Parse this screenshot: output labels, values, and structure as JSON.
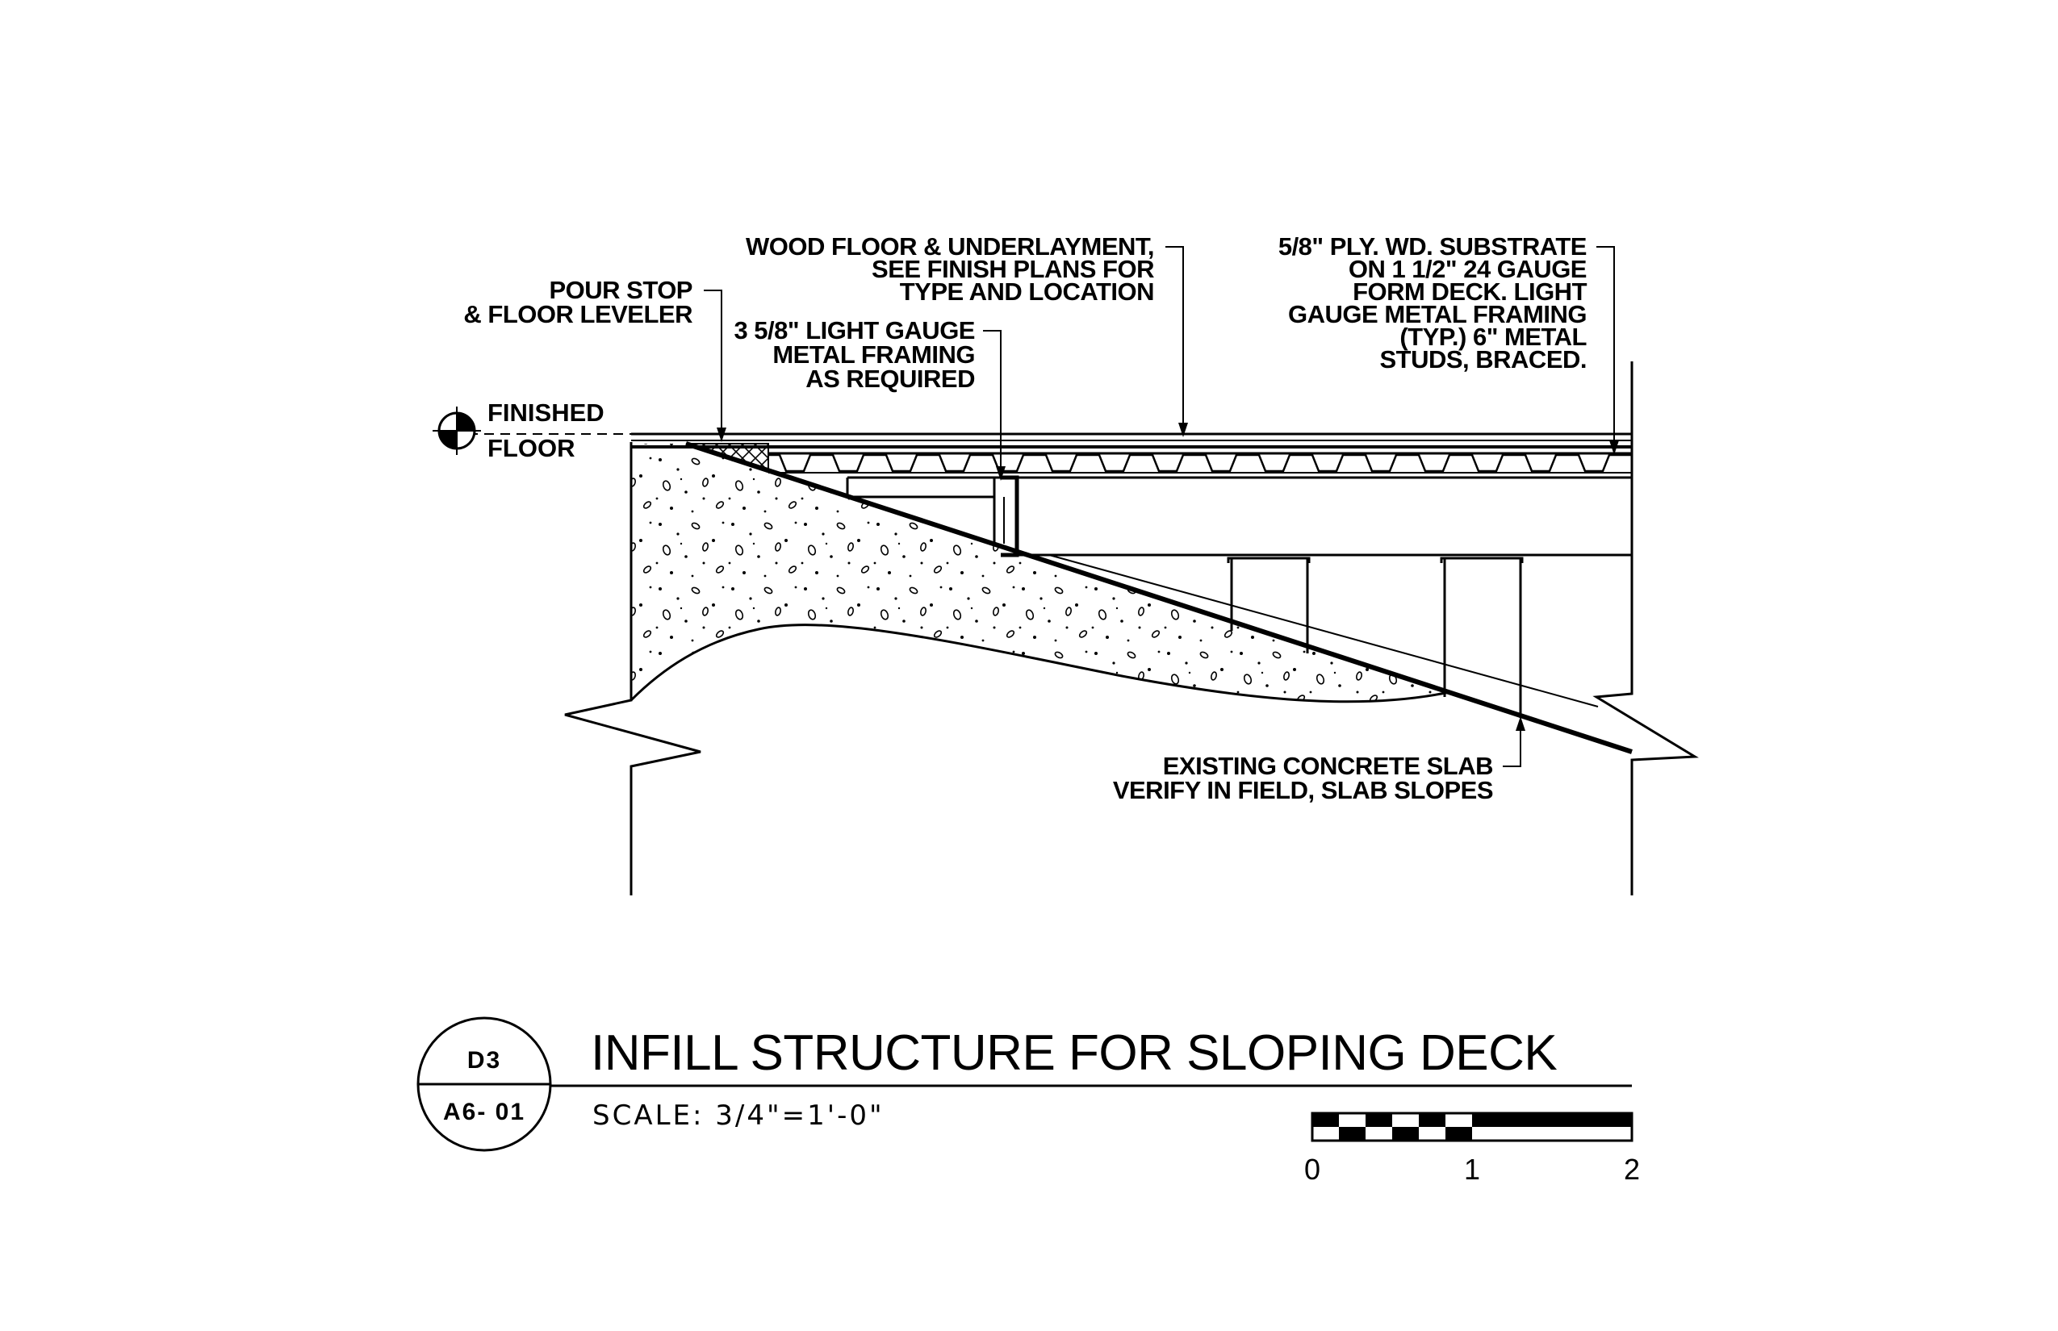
{
  "drawing": {
    "title": "INFILL STRUCTURE FOR SLOPING DECK",
    "scale": "SCALE: 3/4\"=1'-0\"",
    "detail_id": "D3",
    "sheet_id": "A6- 01",
    "scale_bar_labels": [
      "0",
      "1",
      "2"
    ]
  },
  "finished_floor": {
    "line1": "FINISHED",
    "line2": "FLOOR"
  },
  "notes": {
    "pour_stop": [
      "POUR STOP",
      "& FLOOR LEVELER"
    ],
    "light_gauge": [
      "3 5/8\" LIGHT GAUGE",
      "METAL FRAMING",
      "AS REQUIRED"
    ],
    "wood_floor": [
      "WOOD FLOOR & UNDERLAYMENT,",
      "SEE FINISH PLANS FOR",
      "TYPE AND LOCATION"
    ],
    "substrate": [
      "5/8\" PLY. WD. SUBSTRATE",
      "ON 1 1/2\" 24 GAUGE",
      "FORM DECK. LIGHT",
      "GAUGE METAL FRAMING",
      "(TYP.) 6\" METAL",
      "STUDS, BRACED."
    ],
    "slab": [
      "EXISTING CONCRETE SLAB",
      "VERIFY IN FIELD, SLAB SLOPES"
    ]
  },
  "colors": {
    "line": "#000000",
    "background": "#ffffff"
  }
}
